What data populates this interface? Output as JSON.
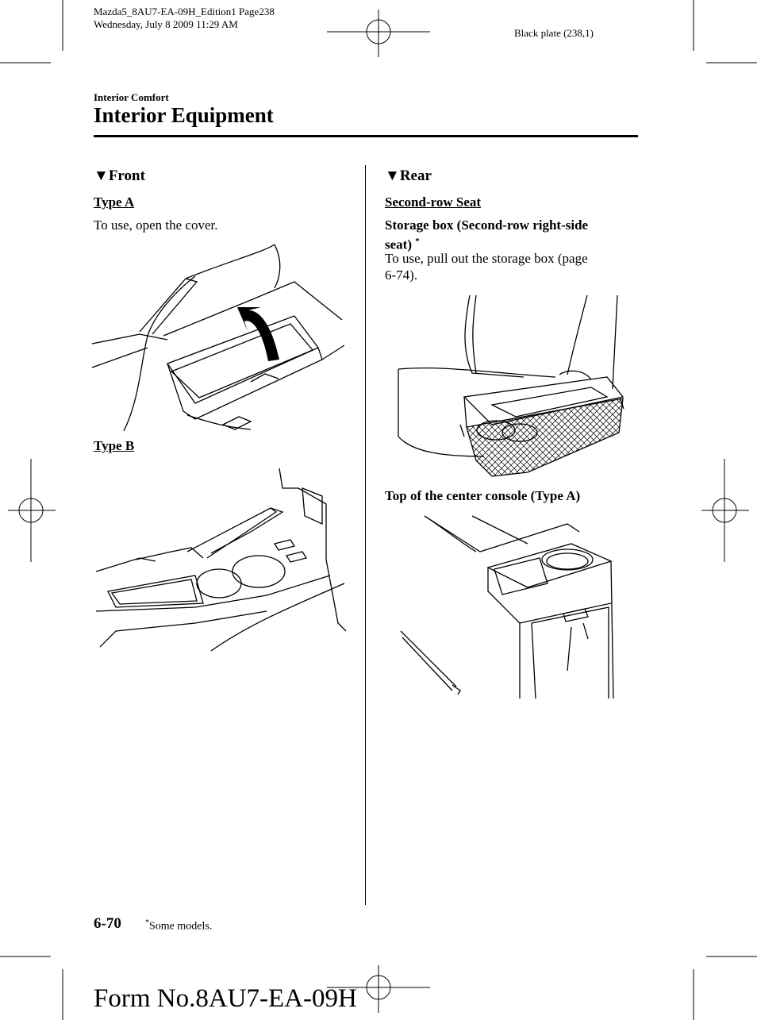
{
  "print_header": {
    "line1": "Mazda5_8AU7-EA-09H_Edition1 Page238",
    "line2": "Wednesday, July 8 2009 11:29 AM",
    "plate": "Black plate (238,1)"
  },
  "section": "Interior Comfort",
  "title": "Interior Equipment",
  "left": {
    "heading": "Front",
    "type_a_label": "Type A",
    "type_a_text": "To use, open the cover.",
    "type_b_label": "Type B"
  },
  "right": {
    "heading": "Rear",
    "sub_label": "Second-row Seat",
    "storage_heading_l1": "Storage box (Second-row right-side",
    "storage_heading_l2": "seat)",
    "asterisk": "*",
    "storage_text_l1": "To use, pull out the storage box (page",
    "storage_text_l2": "6-74).",
    "console_heading": "Top of the center console (Type A)"
  },
  "footer": {
    "page": "6-70",
    "note": "Some models.",
    "asterisk": "*",
    "form": "Form No.8AU7-EA-09H"
  },
  "icons": {
    "triangle": "▼"
  }
}
